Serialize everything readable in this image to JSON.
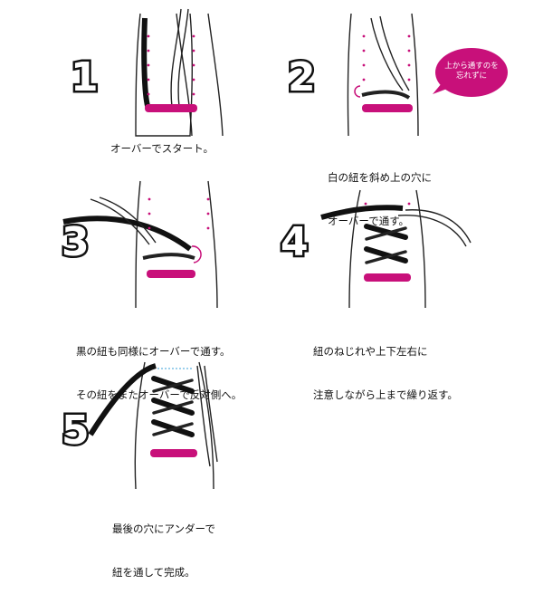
{
  "steps": [
    {
      "number": "1",
      "caption": "オーバーでスタート。"
    },
    {
      "number": "2",
      "caption_line1": "白の紐を斜め上の穴に",
      "caption_line2": "オーバーで通す。"
    },
    {
      "number": "3",
      "caption_line1": "黒の紐も同様にオーバーで通す。",
      "caption_line2": "その紐をまたオーバーで反対側へ。"
    },
    {
      "number": "4",
      "caption_line1": "紐のねじれや上下左右に",
      "caption_line2": "注意しながら上まで繰り返す。"
    },
    {
      "number": "5",
      "caption_line1": "最後の穴にアンダーで",
      "caption_line2": "紐を通して完成。"
    }
  ],
  "bubble": {
    "line1": "上から通すのを",
    "line2": "忘れずに"
  },
  "colors": {
    "accent": "#c8107a",
    "lace_black": "#111111",
    "outline": "#222222",
    "hole": "#c8107a"
  }
}
